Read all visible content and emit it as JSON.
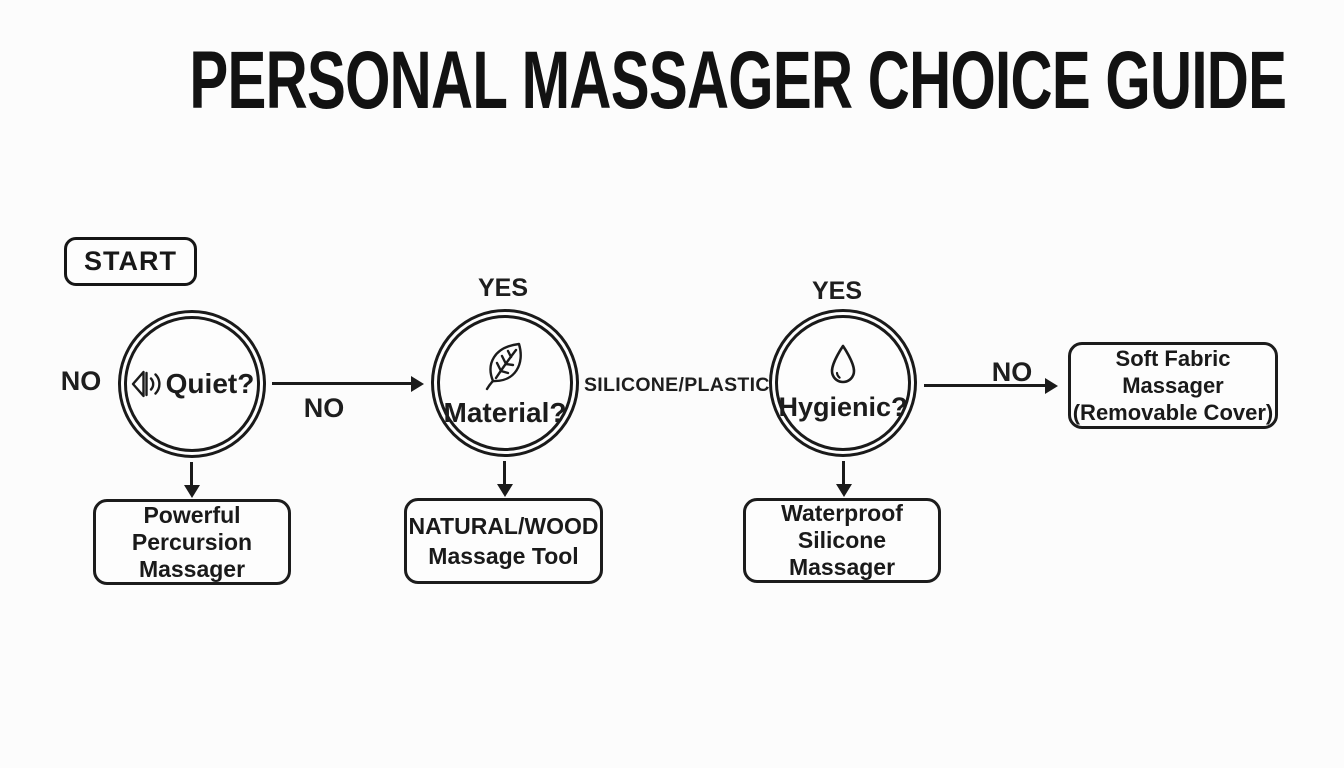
{
  "title": "PERSONAL MASSAGER CHOICE GUIDE",
  "start": {
    "label": "START"
  },
  "decisions": {
    "quiet": {
      "label": "Quiet?",
      "icon": "speaker-icon"
    },
    "material": {
      "label": "Material?",
      "icon": "leaf-icon"
    },
    "hygienic": {
      "label": "Hygienic?",
      "icon": "droplet-icon"
    }
  },
  "edge_labels": {
    "quiet_no_exit": "NO",
    "quiet_to_material_no": "NO",
    "material_yes": "YES",
    "material_silicone_plastic": "SILICONE/PLASTIC",
    "hygienic_yes": "YES",
    "hygienic_no": "NO"
  },
  "outcomes": {
    "percussion": "Powerful\nPercursion\nMassager",
    "natural_wood": "NATURAL/WOOD\nMassage Tool",
    "waterproof": "Waterproof\nSilicone\nMassager",
    "soft_fabric": "Soft Fabric\nMassager\n(Removable Cover)"
  },
  "colors": {
    "ink": "#1b1b1b",
    "background": "#fcfcfc"
  }
}
